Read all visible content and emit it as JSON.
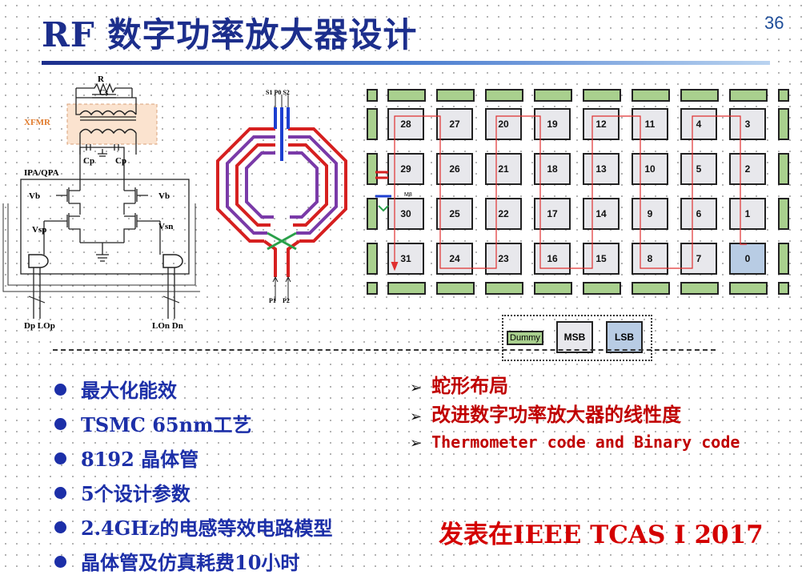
{
  "slide": {
    "title": "RF 数字功率放大器设计",
    "page_number": "36"
  },
  "schematic": {
    "R": "R",
    "Cs": "Cs",
    "xfmr": "XFMR",
    "cp1": "Cp",
    "cp2": "Cp",
    "ipa": "IPA/QPA",
    "vb_left": "Vb",
    "vb_right": "Vb",
    "vsp": "Vsp",
    "vsn": "Vsn",
    "dp_lop": "Dp  LOp",
    "lon_dn": "LOn  Dn"
  },
  "inductor": {
    "top_labels": "S1 P0 S2",
    "p1": "P1",
    "p2": "P2"
  },
  "array": {
    "row1": [
      "28",
      "27",
      "20",
      "19",
      "12",
      "11",
      "4",
      "3"
    ],
    "row2": [
      "29",
      "26",
      "21",
      "18",
      "13",
      "10",
      "5",
      "2"
    ],
    "row3": [
      "30",
      "25",
      "22",
      "17",
      "14",
      "9",
      "6",
      "1"
    ],
    "row4": [
      "31",
      "24",
      "23",
      "16",
      "15",
      "8",
      "7",
      "0"
    ],
    "m8": "M8"
  },
  "legend": {
    "dummy": "Dummy",
    "msb": "MSB",
    "lsb": "LSB"
  },
  "bullets": [
    "最大化能效",
    "TSMC 65nm工艺",
    "8192 晶体管",
    "5个设计参数",
    "2.4GHz的电感等效电路模型",
    "晶体管及仿真耗费10小时"
  ],
  "right_points": [
    "蛇形布局",
    "改进数字功率放大器的线性度",
    "Thermometer code and Binary code"
  ],
  "publication": "发表在IEEE TCAS I 2017",
  "colors": {
    "title": "#1c2e8c",
    "bullet": "#1c2fa8",
    "highlight": "#c00000",
    "bar": "#a9d08e",
    "lsb": "#b8cce4"
  }
}
